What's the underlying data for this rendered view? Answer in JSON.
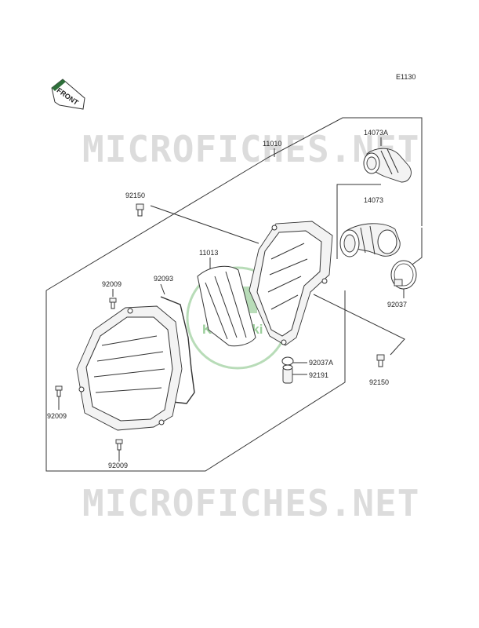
{
  "diagram_code": "E1130",
  "front_label": "FRONT",
  "watermark_text": "MICROFICHES.NET",
  "brand_text": "Kawasaki",
  "colors": {
    "watermark": "#dcdcdc",
    "brand": "#9ccf9c",
    "line": "#333333"
  },
  "parts": {
    "p11010": "11010",
    "p14073A": "14073A",
    "p92150_top": "92150",
    "p14073": "14073",
    "p11013": "11013",
    "p92009_top": "92009",
    "p92093": "92093",
    "p92037": "92037",
    "p92037A": "92037A",
    "p92191": "92191",
    "p92150_right": "92150",
    "p92009_left": "92009",
    "p92009_bottom": "92009"
  }
}
